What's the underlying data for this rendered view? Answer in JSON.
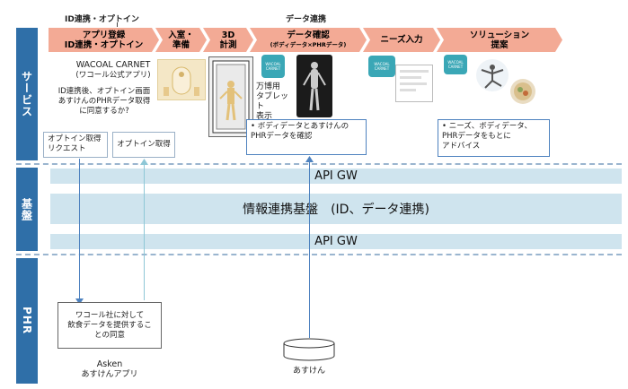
{
  "headers": {
    "id_link": "ID連携・オプトイン",
    "data_link": "データ連携"
  },
  "steps": [
    {
      "line1": "アプリ登録",
      "line2": "ID連携・オプトイン",
      "small": ""
    },
    {
      "line1": "入室・",
      "line2": "準備",
      "small": ""
    },
    {
      "line1": "3D",
      "line2": "計測",
      "small": ""
    },
    {
      "line1": "データ確認",
      "line2": "",
      "small": "(ボディデータ×PHRデータ)"
    },
    {
      "line1": "ニーズ入力",
      "line2": "",
      "small": ""
    },
    {
      "line1": "ソリューション",
      "line2": "提案",
      "small": ""
    }
  ],
  "lanes": {
    "service": "サービス",
    "kiban": "基盤",
    "phr": "PHR"
  },
  "service": {
    "wacoal_title": "WACOAL CARNET",
    "wacoal_sub": "(ワコール公式アプリ)",
    "question": "ID連携後、オプトイン画面\nあすけんのPHRデータ取得\nに同意するか?",
    "optin_request": "オプトイン取得\nリクエスト",
    "optin_get": "オプトイン取得",
    "tablet": "万博用\nタブレット\n表示",
    "confirm_note": "• ボディデータとあすけんの\n  PHRデータを確認",
    "advice_note": "• ニーズ、ボディデータ、\n  PHRデータをもとに\n  アドバイス",
    "app_tile_text": "WACOAL\nCARNET"
  },
  "kiban": {
    "api_gw_top": "API GW",
    "platform": "情報連携基盤　(ID、データ連携)",
    "api_gw_bottom": "API GW"
  },
  "phr": {
    "consent": "ワコール社に対して\n飲食データを提供するこ\nとの同意",
    "asken_title": "Asken",
    "asken_sub": "あすけんアプリ",
    "db_label": "あすけん"
  },
  "colors": {
    "lane": "#2f6fa8",
    "chevron": "#f3aa95",
    "band": "#cfe4ee",
    "arrow": "#4e82bf",
    "tile": "#3aa7b6"
  }
}
